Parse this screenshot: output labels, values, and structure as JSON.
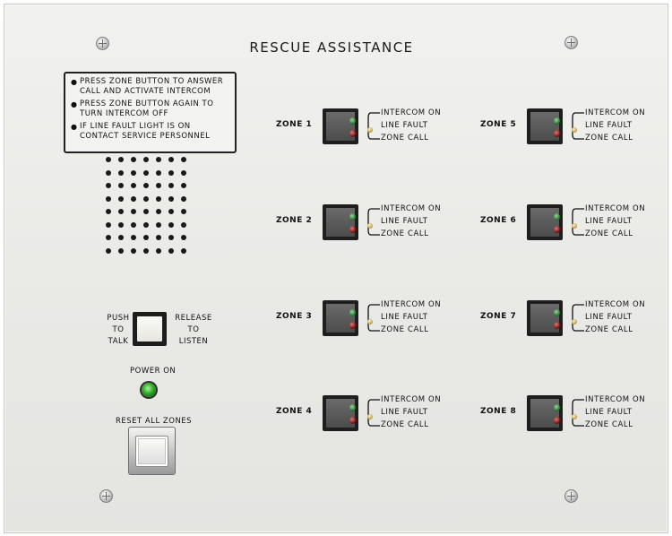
{
  "title": "RESCUE ASSISTANCE",
  "instructions": [
    "PRESS ZONE BUTTON TO ANSWER CALL AND ACTIVATE INTERCOM",
    "PRESS ZONE BUTTON AGAIN TO TURN INTERCOM OFF",
    "IF LINE FAULT LIGHT IS ON CONTACT SERVICE PERSONNEL"
  ],
  "push_to_talk": {
    "left_line1": "PUSH",
    "left_line2": "TO",
    "left_line3": "TALK",
    "right_line1": "RELEASE",
    "right_line2": "TO",
    "right_line3": "LISTEN"
  },
  "power_label": "POWER ON",
  "reset_label": "RESET ALL ZONES",
  "indicator_labels": {
    "intercom": "INTERCOM ON",
    "fault": "LINE  FAULT",
    "call": "ZONE CALL"
  },
  "zones": [
    "ZONE 1",
    "ZONE 2",
    "ZONE 3",
    "ZONE 4",
    "ZONE 5",
    "ZONE 6",
    "ZONE 7",
    "ZONE 8"
  ],
  "colors": {
    "panel": "#ececea",
    "led_green": "#2fa828",
    "led_red": "#8b0f0f"
  }
}
